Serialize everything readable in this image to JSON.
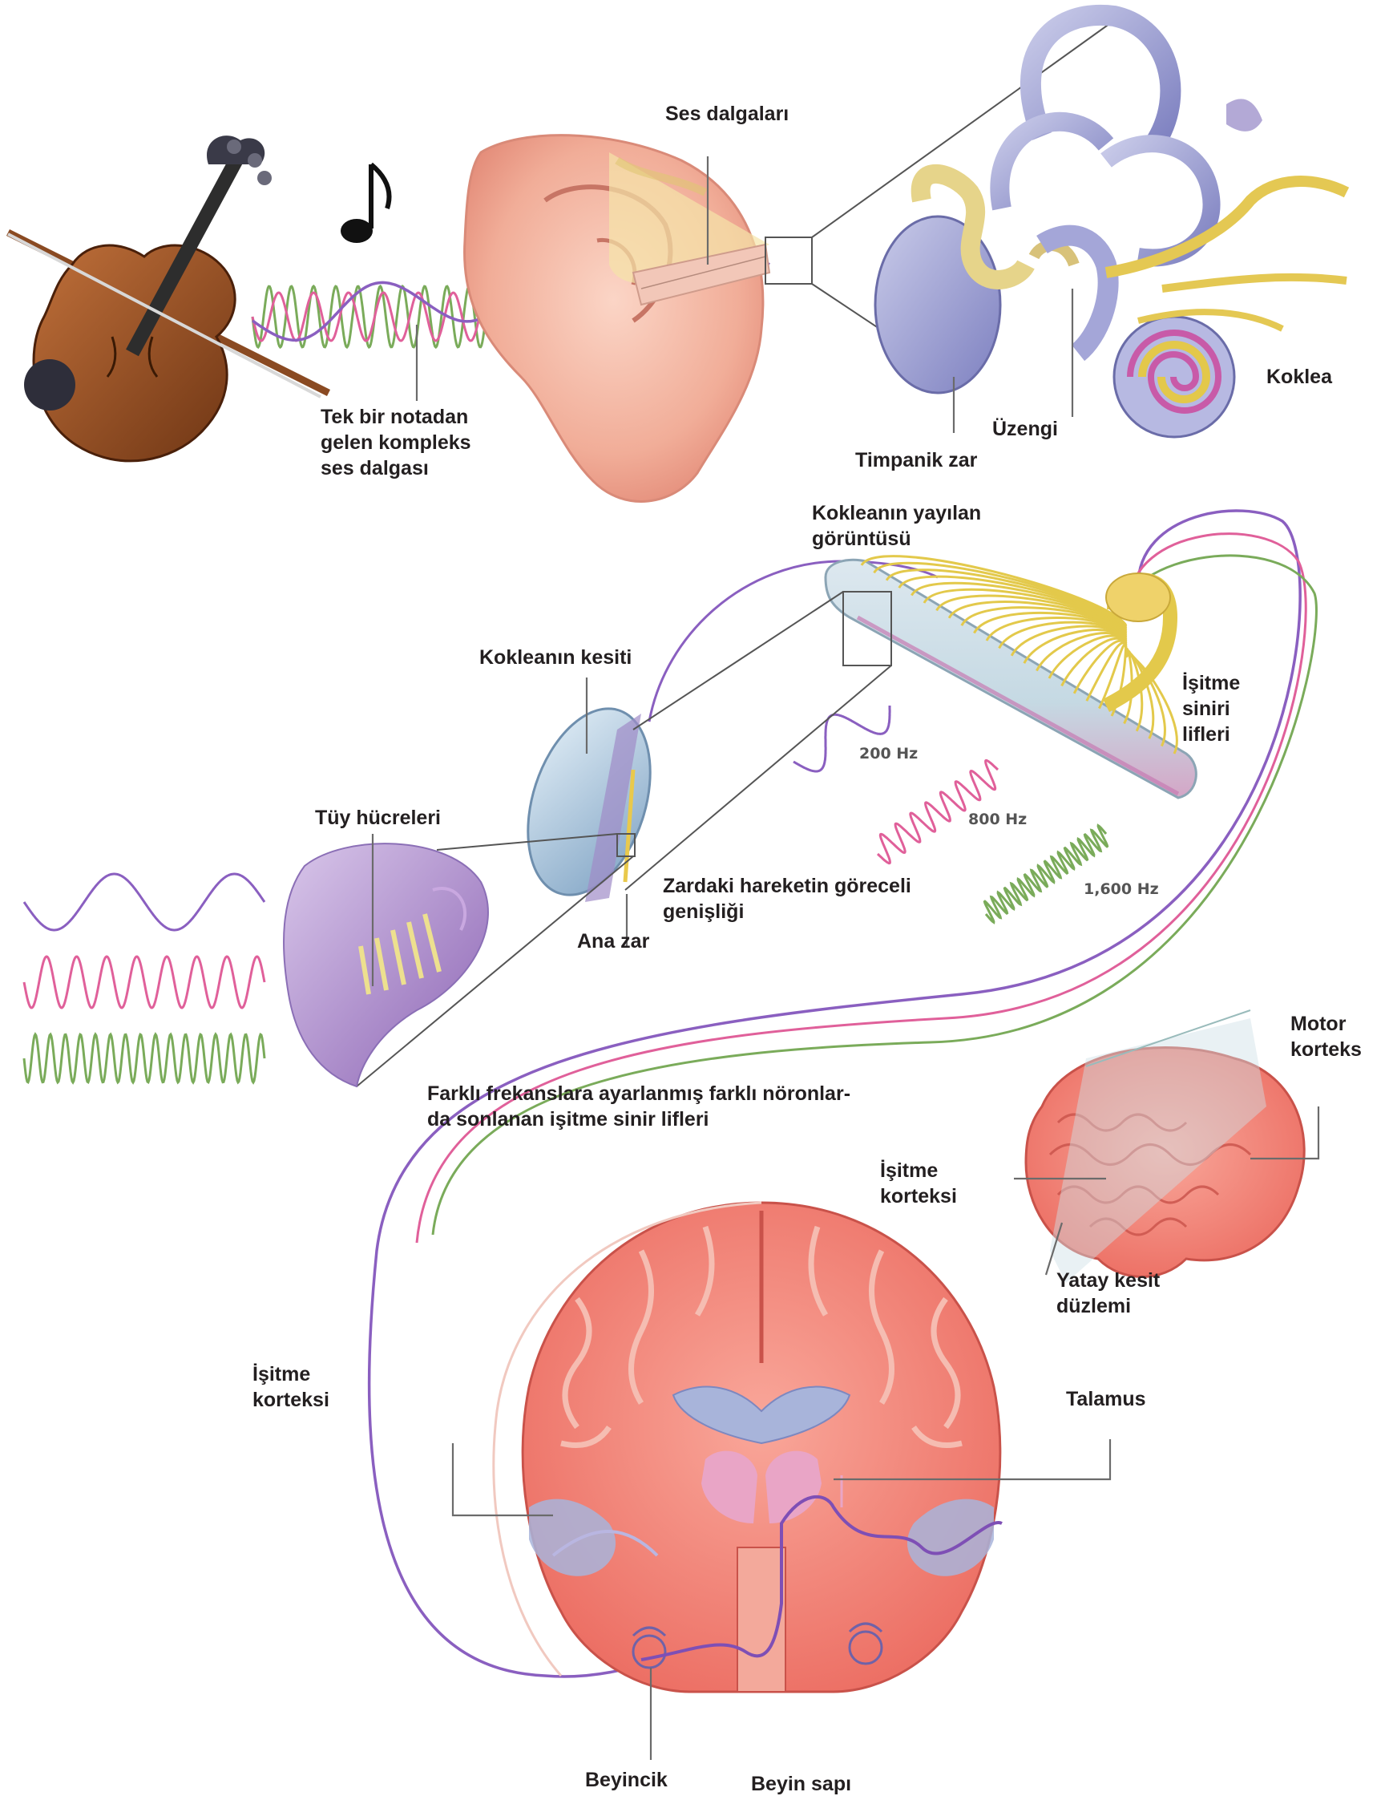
{
  "labels": {
    "ses_dalgalari": "Ses dalgaları",
    "tek_bir_notadan_1": "Tek bir notadan",
    "tek_bir_notadan_2": "gelen kompleks",
    "tek_bir_notadan_3": "ses dalgası",
    "koklea": "Koklea",
    "uzengi": "Üzengi",
    "timpanik_zar": "Timpanik zar",
    "yayilan_1": "Kokleanın yayılan",
    "yayilan_2": "görüntüsü",
    "kesit": "Kokleanın kesiti",
    "isitme_siniri_1": "İşitme",
    "isitme_siniri_2": "siniri",
    "isitme_siniri_3": "lifleri",
    "tuy": "Tüy hücreleri",
    "zardaki_1": "Zardaki hareketin göreceli",
    "zardaki_2": "genişliği",
    "ana_zar": "Ana zar",
    "hz200": "200 Hz",
    "hz800": "800 Hz",
    "hz1600": "1,600 Hz",
    "farkli_1": "Farklı frekanslara ayarlanmış farklı nöronlar-",
    "farkli_2": "da sonlanan işitme sinir lifleri",
    "motor_1": "Motor",
    "motor_2": "korteks",
    "isitme_korteks_r1": "İşitme",
    "isitme_korteks_r2": "korteksi",
    "yatay_1": "Yatay kesit",
    "yatay_2": "düzlemi",
    "isitme_korteks_l1": "İşitme",
    "isitme_korteks_l2": "korteksi",
    "talamus": "Talamus",
    "beyincik": "Beyincik",
    "beyin_sapi": "Beyin sapı"
  },
  "colors": {
    "low_wave": "#8a5fc0",
    "mid_wave": "#e0609a",
    "high_wave": "#7aab5a",
    "brain": "#f07a72",
    "cochlea": "#8c8fc8",
    "ear": "#f2b7a5",
    "nerve": "#e6c948",
    "violin": "#9a5226"
  },
  "icons": [
    "violin-icon",
    "music-note-icon"
  ]
}
